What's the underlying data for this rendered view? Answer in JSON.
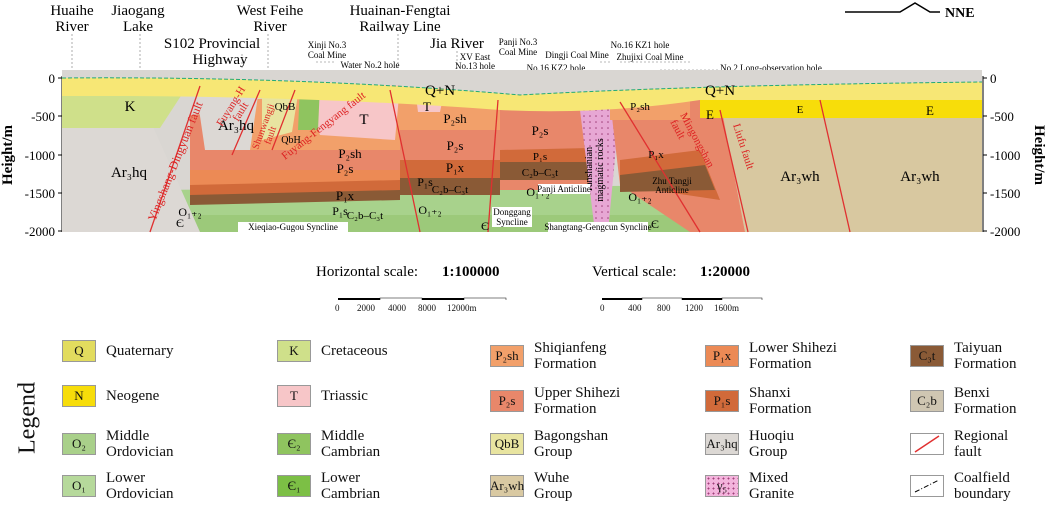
{
  "top_labels": {
    "huaihe": [
      "Huaihe",
      "River"
    ],
    "jiaogang": [
      "Jiaogang",
      "Lake"
    ],
    "s102": [
      "S102 Provincial",
      "Highway"
    ],
    "west_feihe": [
      "West Feihe",
      "River"
    ],
    "huainan": [
      "Huainan-Fengtai",
      "Railway Line"
    ],
    "jia": "Jia River"
  },
  "wells": {
    "xinji": [
      "Xinji No.3",
      "Coal Mine"
    ],
    "water_hole": "Water No.2 hole",
    "xv": [
      "XV East",
      "No.13 hole"
    ],
    "panji": [
      "Panji No.3",
      "Coal Mine"
    ],
    "kz2": "No.16 KZ2 hole",
    "dingji": "Dingji Coal Mine",
    "kz1": "No.16 KZ1 hole",
    "zhujixi": "Zhujixi Coal Mine",
    "long_obs": "No.2 Long-observation hole"
  },
  "compass": "NNE",
  "y_axis": {
    "title": "Height/m",
    "ticks": [
      "0",
      "-500",
      "-1000",
      "-1500",
      "-2000"
    ]
  },
  "units": [
    "K",
    "Ar3hq",
    "QbB",
    "Є",
    "O1",
    "T",
    "P2sh",
    "P2s",
    "P1x",
    "P1s",
    "C2b–C3t",
    "O1+2",
    "Є",
    "Q+N",
    "E",
    "Ar3wh",
    "Ar3wh",
    "E",
    "E",
    "Ar3hq"
  ],
  "section_labels": {
    "qn_left": "Q+N",
    "qn_right": "Q+N",
    "k": "K",
    "ar3hq_upper": "Ar₃hq",
    "ar3hq_lower": "Ar₃hq",
    "qbb": "QbB",
    "qbh": "QbH",
    "t1": "T",
    "t2": "T",
    "p2sh_a": "P₂sh",
    "p2sh_b": "P₂sh",
    "p2sh_c": "P₂sh",
    "p2s_a": "P₂s",
    "p2s_b": "P₂s",
    "p2s_c": "P₂s",
    "p1x_a": "P₁x",
    "p1x_b": "P₁x",
    "p1x_c": "P₁x",
    "p1s_a": "P₁s",
    "p1s_b": "P₁s",
    "p1s_c": "P₁s",
    "c_a": "C₂b–C₃t",
    "c_b": "C₂b–C₃t",
    "c_c": "C₂b–C₃t",
    "o12_a": "O₁₊₂",
    "o12_b": "O₁₊₂",
    "o12_c": "O₁₊₂",
    "o12_d": "O₁₊₂",
    "e_a": "Є",
    "e_b": "Є",
    "e_c": "Є",
    "ar3wh_a": "Ar₃wh",
    "ar3wh_b": "Ar₃wh",
    "e_r1": "E",
    "e_r2": "E",
    "e_r3": "E",
    "yanshanian": [
      "Yanshanian",
      "magmatic rocks"
    ]
  },
  "faults": {
    "yingshang": "Yingshang-Dingyuan fault",
    "fuyang_h": [
      "Fuyang-H",
      "fault"
    ],
    "shunwan": [
      "Shunwangji",
      "fault"
    ],
    "fuyang_fengyang": "Fuyang-Fengyang fault",
    "mingongshan": [
      "Mingongshan",
      "fault"
    ],
    "liufu": "Liufu fault"
  },
  "folds": {
    "xieqiao": "Xieqiao-Gugou Syncline",
    "donggang": [
      "Donggang",
      "Syncline"
    ],
    "panji_anti": "Panji Anticline",
    "shangtang": "Shangtang-Gengcun Syncline",
    "zhutangji": [
      "Zhu Tangji",
      "Anticline"
    ]
  },
  "scales": {
    "horizontal_label": "Horizontal scale:",
    "horizontal_value": "1:100000",
    "vertical_label": "Vertical scale:",
    "vertical_value": "1:20000",
    "h_ticks": [
      "0",
      "2000",
      "4000",
      "8000",
      "12000m"
    ],
    "v_ticks": [
      "0",
      "400",
      "800",
      "1200",
      "1600m"
    ]
  },
  "legend_title": "Legend",
  "legend": [
    {
      "id": "q",
      "code": "Q",
      "label": [
        "Quaternary"
      ],
      "color": "#e2dc5e"
    },
    {
      "id": "k",
      "code": "K",
      "label": [
        "Cretaceous"
      ],
      "color": "#cfe08a"
    },
    {
      "id": "p2sh",
      "code": "P₂sh",
      "label": [
        "Shiqianfeng",
        "Formation"
      ],
      "color": "#f2a06a"
    },
    {
      "id": "p1x",
      "code": "P₁x",
      "label": [
        "Lower Shihezi",
        "Formation"
      ],
      "color": "#ec8a55"
    },
    {
      "id": "c3t",
      "code": "C₃t",
      "label": [
        "Taiyuan",
        "Formation"
      ],
      "color": "#8a5a36"
    },
    {
      "id": "n",
      "code": "N",
      "label": [
        "Neogene"
      ],
      "color": "#f7dd0a"
    },
    {
      "id": "t",
      "code": "T",
      "label": [
        "Triassic"
      ],
      "color": "#f7c6c8"
    },
    {
      "id": "p2s",
      "code": "P₂s",
      "label": [
        "Upper Shihezi",
        "Formation"
      ],
      "color": "#e8876a"
    },
    {
      "id": "p1s",
      "code": "P₁s",
      "label": [
        "Shanxi",
        "Formation"
      ],
      "color": "#d16a3a"
    },
    {
      "id": "c2b",
      "code": "C₂b",
      "label": [
        "Benxi",
        "Formation"
      ],
      "color": "#cfc6b2"
    },
    {
      "id": "o2",
      "code": "O₂",
      "label": [
        "Middle",
        "Ordovician"
      ],
      "color": "#a9d08a"
    },
    {
      "id": "e2",
      "code": "Є₂",
      "label": [
        "Middle",
        "Cambrian"
      ],
      "color": "#8fc45f"
    },
    {
      "id": "qbb",
      "code": "QbB",
      "label": [
        "Bagongshan",
        "Group"
      ],
      "color": "#e8e4a0"
    },
    {
      "id": "ar3hq",
      "code": "Ar₃hq",
      "label": [
        "Huoqiu",
        "Group"
      ],
      "color": "#dcd8d4"
    },
    {
      "id": "fault",
      "code": "",
      "label": [
        "Regional",
        "fault"
      ],
      "color": "#ffffff"
    },
    {
      "id": "o1",
      "code": "O₁",
      "label": [
        "Lower",
        "Ordovician"
      ],
      "color": "#b6d99b"
    },
    {
      "id": "e1",
      "code": "Є₁",
      "label": [
        "Lower",
        "Cambrian"
      ],
      "color": "#7cbf45"
    },
    {
      "id": "ar3wh",
      "code": "Ar₃wh",
      "label": [
        "Wuhe",
        "Group"
      ],
      "color": "#d9c9a2"
    },
    {
      "id": "granite",
      "code": "γ₅",
      "label": [
        "Mixed",
        "Granite"
      ],
      "color": "#f3b4dc"
    },
    {
      "id": "boundary",
      "code": "",
      "label": [
        "Coalfield",
        "boundary"
      ],
      "color": "#ffffff"
    }
  ]
}
